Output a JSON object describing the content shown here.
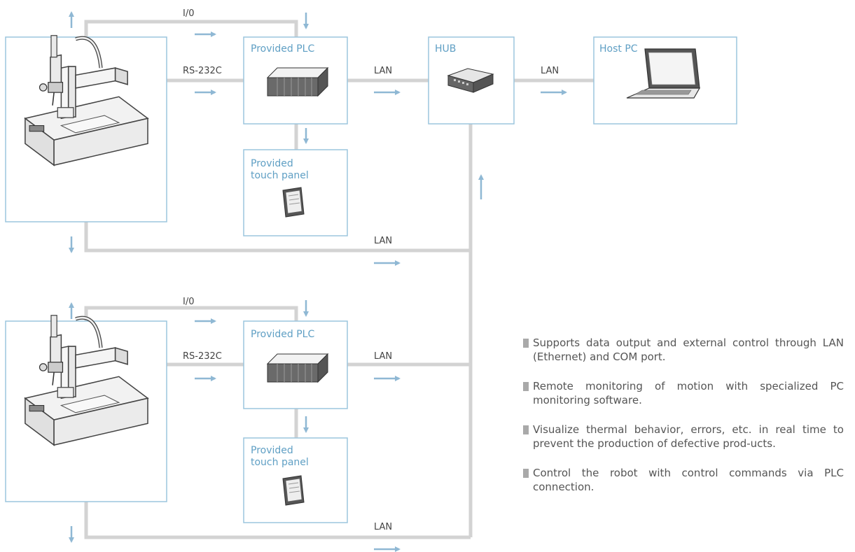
{
  "colors": {
    "line": "#d3d3d3",
    "box_border": "#9cc5dd",
    "title": "#5f9fc4",
    "arrow": "#8fb8d4",
    "text": "#444444",
    "bullet_marker": "#a9a9a9"
  },
  "boxes": {
    "plc_1": "Provided PLC",
    "panel_1": [
      "Provided",
      "touch panel"
    ],
    "hub": "HUB",
    "host": "Host PC",
    "plc_2": "Provided PLC",
    "panel_2": [
      "Provided",
      "touch panel"
    ]
  },
  "connections": {
    "io": "I/0",
    "rs232c": "RS-232C",
    "lan": "LAN"
  },
  "icons": {
    "robot": "desktop-robot-icon",
    "plc": "plc-rack-icon",
    "touch_panel": "touch-panel-icon",
    "hub": "network-hub-icon",
    "laptop": "laptop-icon"
  },
  "bullets": [
    "Supports data output and external control through LAN (Ethernet) and COM port.",
    "Remote monitoring of motion with specialized PC monitoring software.",
    "Visualize thermal behavior, errors, etc. in real time to prevent the production of defective prod-ucts.",
    "Control the robot with control commands via PLC connection."
  ]
}
